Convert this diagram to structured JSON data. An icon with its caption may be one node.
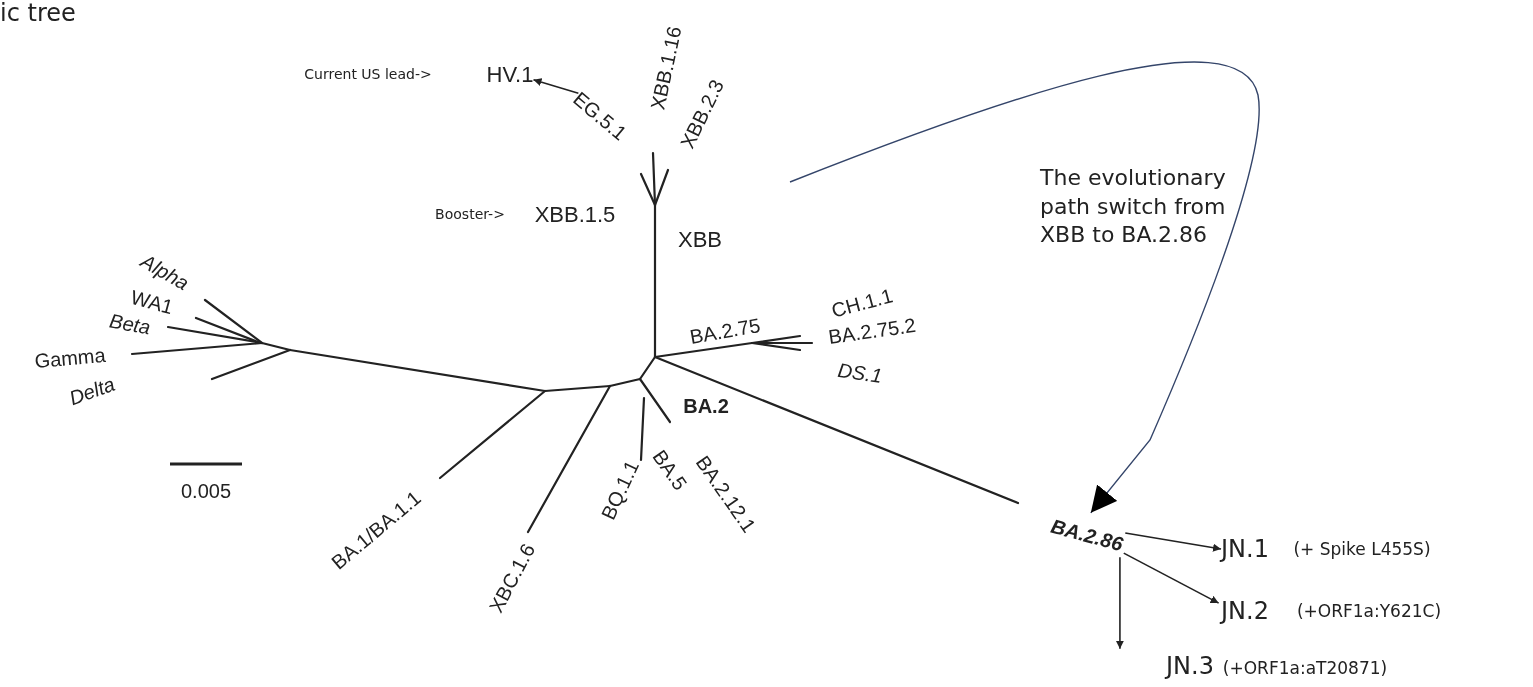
{
  "diagram": {
    "title": "ic tree",
    "nodes": [
      {
        "text": [
          "EG.5.1"
        ]
      },
      {
        "text": [
          "HV.1"
        ]
      },
      {
        "text": [
          "BA.2.86"
        ]
      },
      {
        "text": [
          "JN.1"
        ],
        "beside": [
          "(+ Spike L455S)"
        ]
      },
      {
        "text": [
          "JN.2"
        ],
        "beside": [
          "(+ORF1a:Y621C)"
        ]
      },
      {
        "text": [
          "JN.3"
        ],
        "beside": [
          "(+ORF1a:aT20871)"
        ]
      }
    ],
    "edges": [
      {
        "from": 0,
        "to": 1,
        "arrow": "to"
      },
      {
        "from": null,
        "to": 2,
        "arrow": "to",
        "color": "#34456a"
      },
      {
        "from": 2,
        "to": 3,
        "arrow": "to"
      },
      {
        "from": 2,
        "to": 4,
        "arrow": "to"
      },
      {
        "from": 2,
        "to": 5,
        "arrow": "to"
      }
    ],
    "labels": [
      "Current US lead->",
      "XBB.1.16",
      "XBB.2.3",
      "Booster->",
      "XBB.1.5",
      "XBB",
      "The evolutionary path switch from XBB to BA.2.86",
      "Alpha",
      "WA1",
      "Beta",
      "CH.1.1",
      "Gamma",
      "BA.2.75",
      "BA.2.75.2",
      "DS.1",
      "Delta",
      "BA.2",
      "0.005",
      "BA.2.12.1",
      "BA.5",
      "BQ.1.1",
      "BA.1/BA.1.1",
      "XBC.1.6"
    ]
  }
}
